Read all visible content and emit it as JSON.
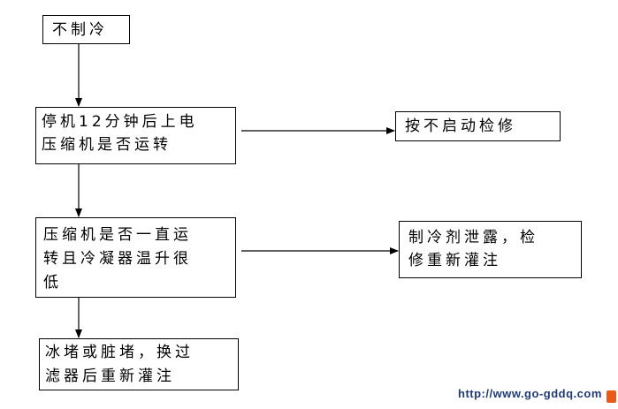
{
  "nodes": {
    "no_cooling": {
      "lines": [
        "不制冷"
      ]
    },
    "restart_check": {
      "lines": [
        "停机12分钟后上电",
        "压缩机是否运转"
      ]
    },
    "not_start_repair": {
      "lines": [
        "按不启动检修"
      ]
    },
    "compressor_running_check": {
      "lines": [
        "压缩机是否一直运",
        "转且冷凝器温升很",
        "低"
      ]
    },
    "refrigerant_leak": {
      "lines": [
        "制冷剂泄露，检",
        "修重新灌注"
      ]
    },
    "ice_dirty_block": {
      "lines": [
        "冰堵或脏堵，换过",
        "滤器后重新灌注"
      ]
    }
  },
  "watermark": "http://www.go-gddq.com",
  "colors": {
    "line": "#000000",
    "watermark": "#1f3a78",
    "watermark_mark": "#e85a1a"
  }
}
